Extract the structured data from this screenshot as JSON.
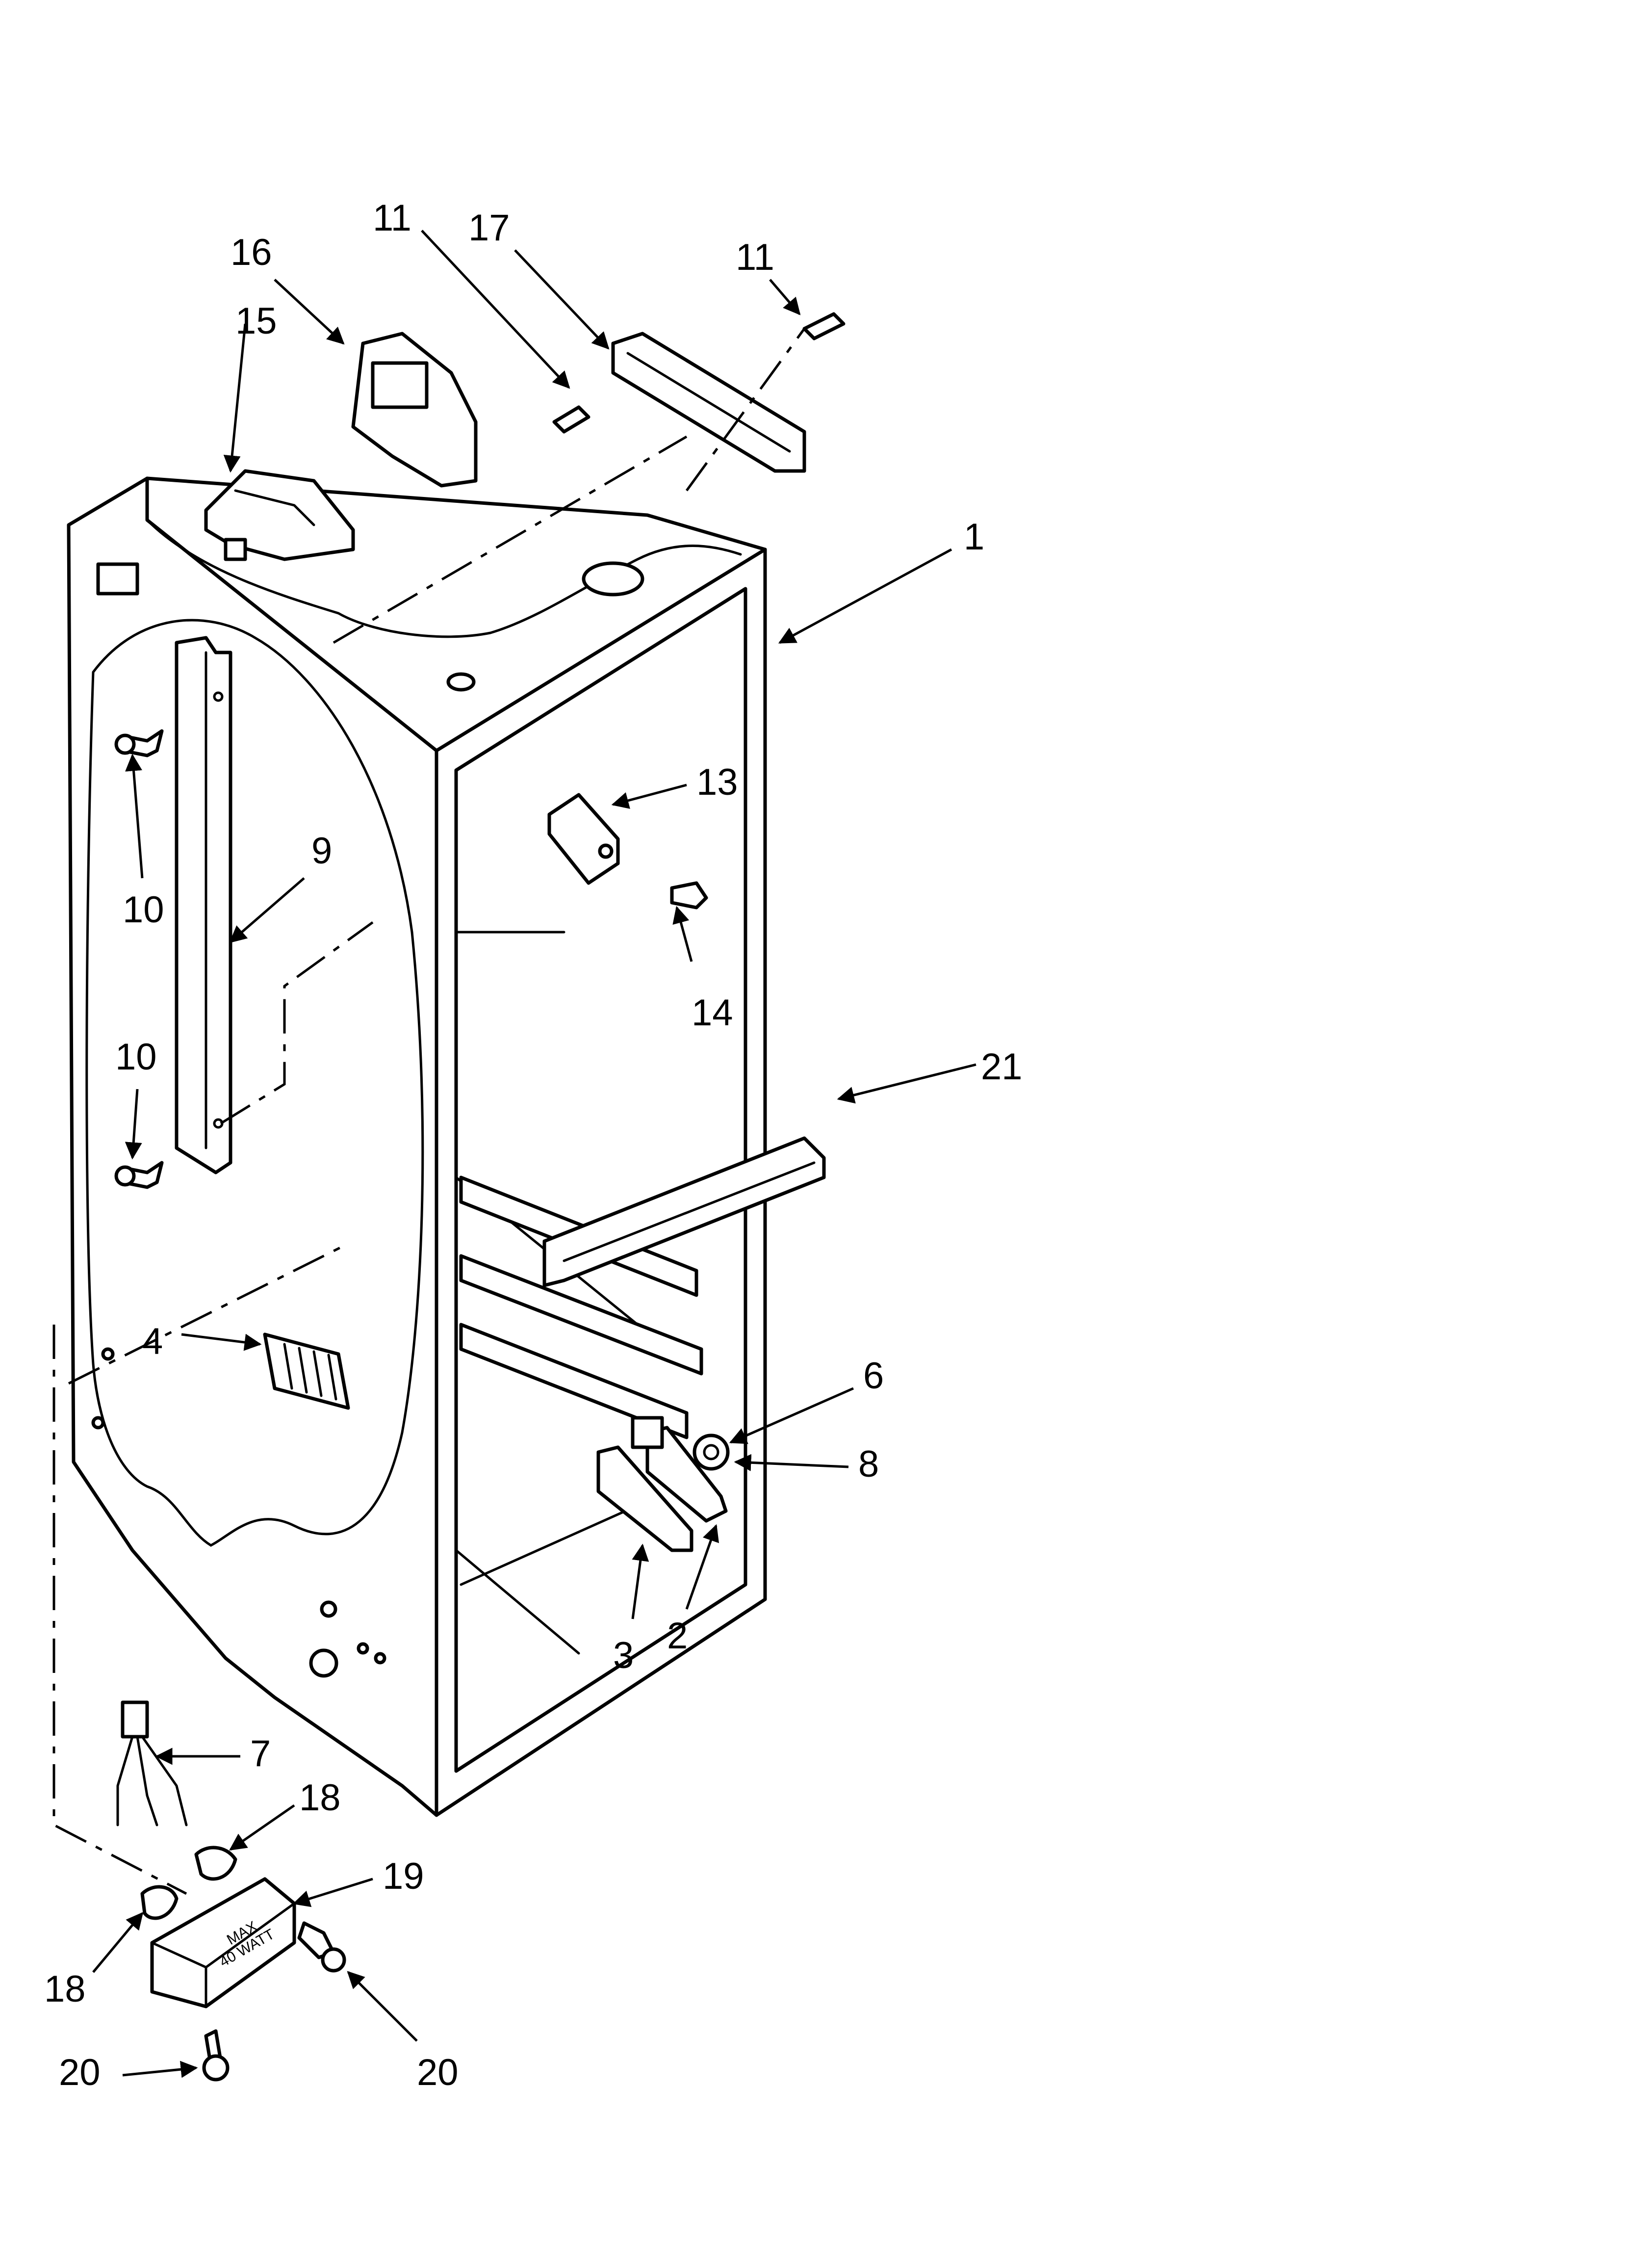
{
  "diagram": {
    "callouts": [
      {
        "id": "c1",
        "label": "1"
      },
      {
        "id": "c2",
        "label": "2"
      },
      {
        "id": "c3",
        "label": "3"
      },
      {
        "id": "c4",
        "label": "4"
      },
      {
        "id": "c6",
        "label": "6"
      },
      {
        "id": "c7",
        "label": "7"
      },
      {
        "id": "c8",
        "label": "8"
      },
      {
        "id": "c9",
        "label": "9"
      },
      {
        "id": "c10a",
        "label": "10"
      },
      {
        "id": "c10b",
        "label": "10"
      },
      {
        "id": "c11a",
        "label": "11"
      },
      {
        "id": "c11b",
        "label": "11"
      },
      {
        "id": "c13",
        "label": "13"
      },
      {
        "id": "c14",
        "label": "14"
      },
      {
        "id": "c15",
        "label": "15"
      },
      {
        "id": "c16",
        "label": "16"
      },
      {
        "id": "c17",
        "label": "17"
      },
      {
        "id": "c18a",
        "label": "18"
      },
      {
        "id": "c18b",
        "label": "18"
      },
      {
        "id": "c19",
        "label": "19"
      },
      {
        "id": "c20a",
        "label": "20"
      },
      {
        "id": "c20b",
        "label": "20"
      },
      {
        "id": "c21",
        "label": "21"
      }
    ],
    "lamp_socket_label": {
      "line1": "MAX",
      "line2": "40 WATT"
    }
  }
}
